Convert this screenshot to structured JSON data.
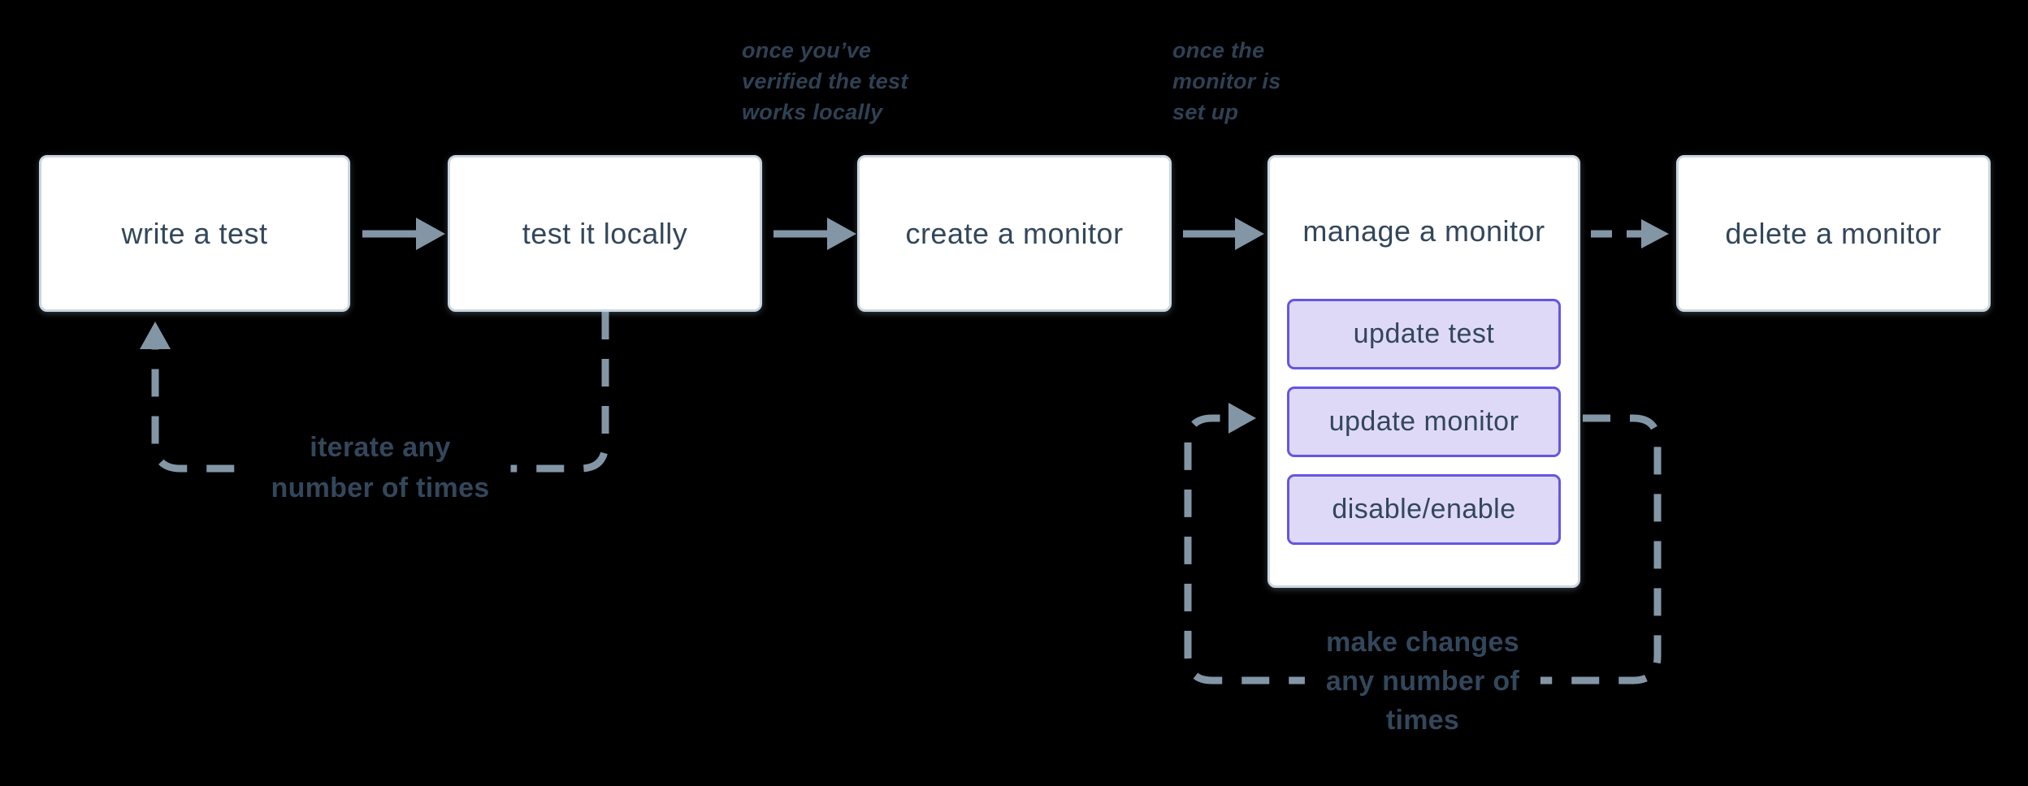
{
  "diagram": {
    "background": "#000000",
    "colors": {
      "box_fill": "#ffffff",
      "box_border": "#cbd6e2",
      "text": "#33475b",
      "connector": "#8296a6",
      "sub_box_fill": "#dfd9f8",
      "sub_box_border": "#6456e3"
    },
    "boxes": [
      {
        "label": "write a test"
      },
      {
        "label": "test it locally"
      },
      {
        "label": "create a monitor"
      },
      {
        "label": "manage a monitor"
      },
      {
        "label": "delete a monitor"
      }
    ],
    "manage_actions": [
      {
        "label": "update test"
      },
      {
        "label": "update monitor"
      },
      {
        "label": "disable/enable"
      }
    ],
    "annotations": [
      {
        "lines": [
          "once you’ve",
          "verified the test",
          "works locally"
        ]
      },
      {
        "lines": [
          "once the",
          "monitor is",
          "set up"
        ]
      }
    ],
    "loop_labels": [
      {
        "lines": [
          "iterate any",
          "number of times"
        ]
      },
      {
        "lines": [
          "make changes",
          "any number of",
          "times"
        ]
      }
    ]
  }
}
